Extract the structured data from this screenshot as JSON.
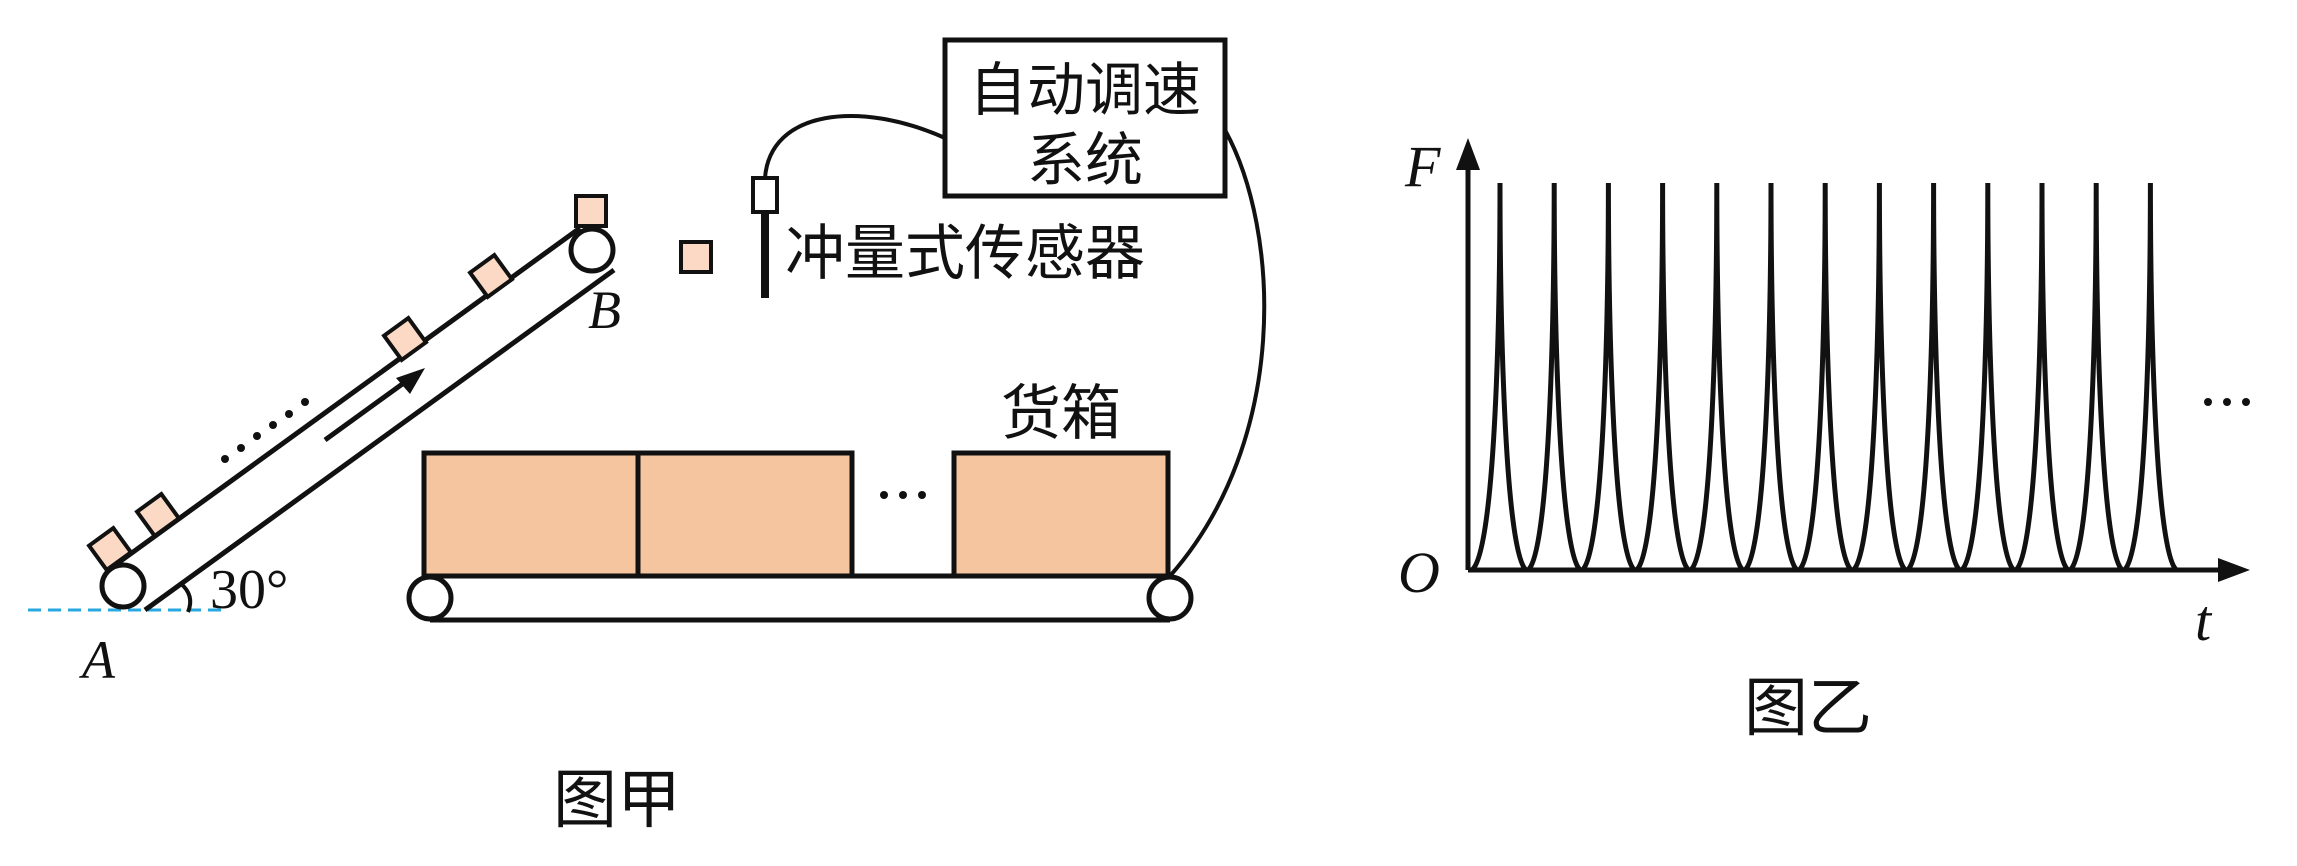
{
  "figure_a": {
    "caption": "图甲",
    "point_a": "A",
    "point_b": "B",
    "angle": "30°",
    "dots_belt": "……",
    "dots_boxes": "…",
    "sensor_label": "冲量式传感器",
    "controller_line1": "自动调速",
    "controller_line2": "系统",
    "boxes_label": "货箱"
  },
  "figure_b": {
    "caption": "图乙",
    "y_axis": "F",
    "x_axis": "t",
    "origin": "O",
    "continuation": "…",
    "pulse_count": 13
  },
  "colors": {
    "box_fill": "#f5c59f",
    "small_box_fill": "#fbd9c4",
    "dashed_line": "#29a8e0",
    "stroke": "#111111"
  }
}
